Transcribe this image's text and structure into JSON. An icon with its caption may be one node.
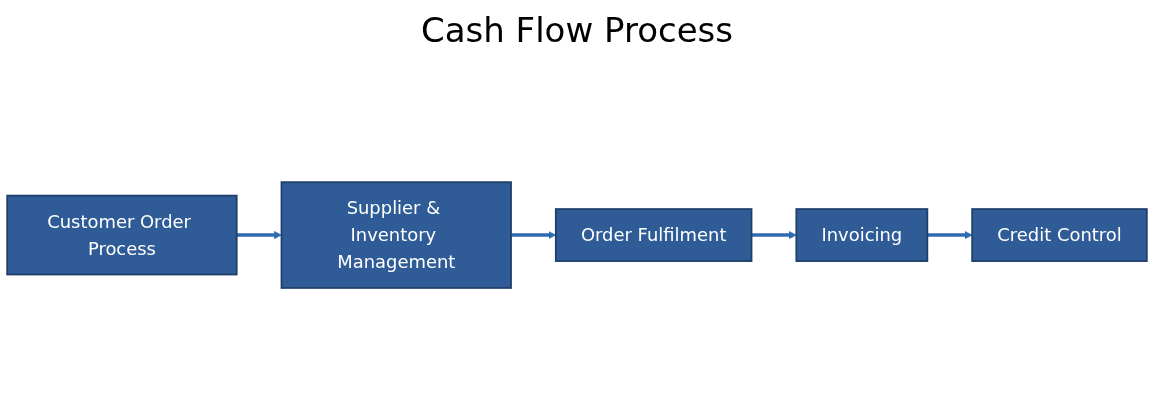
{
  "diagram": {
    "title": "Cash Flow Process",
    "nodes": [
      {
        "text": [
          "Customer Order Process"
        ]
      },
      {
        "text": [
          "Supplier & Inventory Management"
        ]
      },
      {
        "text": [
          "Order Fulfilment"
        ]
      },
      {
        "text": [
          "Invoicing"
        ]
      },
      {
        "text": [
          "Credit Control"
        ]
      }
    ],
    "edges": [
      {
        "from": 0,
        "to": 1,
        "arrow": "to"
      },
      {
        "from": 1,
        "to": 2,
        "arrow": "to"
      },
      {
        "from": 2,
        "to": 3,
        "arrow": "to"
      },
      {
        "from": 3,
        "to": 4,
        "arrow": "to"
      }
    ]
  }
}
